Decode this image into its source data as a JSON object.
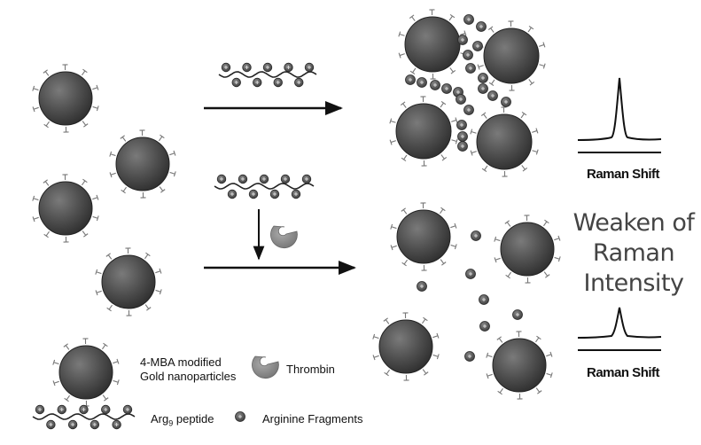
{
  "labels": {
    "raman_shift_top": "Raman Shift",
    "raman_shift_bottom": "Raman Shift",
    "weaken_line1": "Weaken of",
    "weaken_line2": "Raman Intensity"
  },
  "legend": {
    "gold_line1": "4-MBA modified",
    "gold_line2": "Gold nanoparticles",
    "thrombin": "Thrombin",
    "peptide_base": "Arg",
    "peptide_sub": "9",
    "peptide_rest": " peptide",
    "fragments": "Arginine Fragments"
  },
  "icons": {
    "particle": "gold-nanoparticle-icon",
    "thrombin": "thrombin-icon",
    "peptide": "arg9-peptide-icon",
    "fragment": "arginine-fragment-icon"
  },
  "colors": {
    "particle_fill": "#4a4a4a",
    "thrombin_fill": "#8a8a8a",
    "fragment_fill": "#5a5a5a"
  }
}
